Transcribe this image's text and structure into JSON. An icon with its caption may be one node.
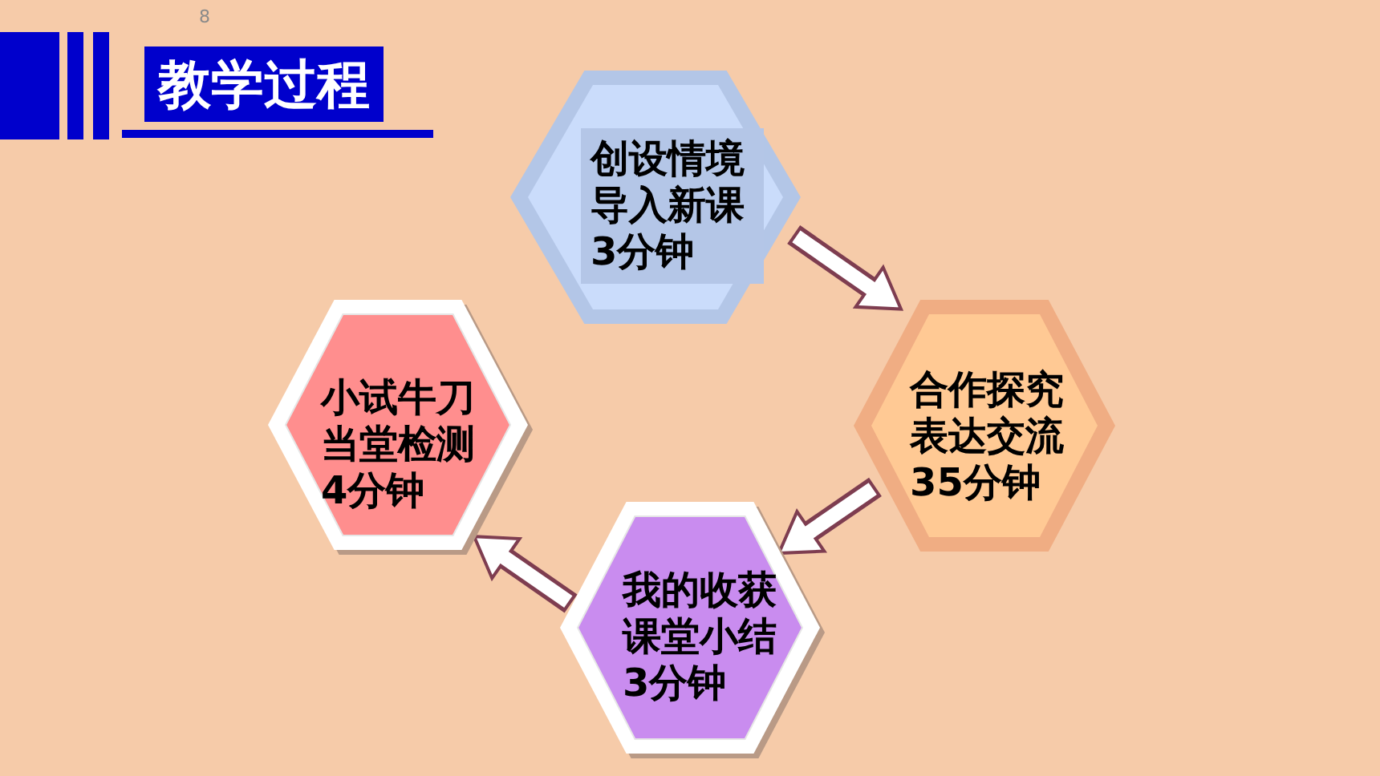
{
  "diagram": {
    "title": "教学过程",
    "nodes": [
      {
        "text": [
          "创设情境导入新课3分钟"
        ]
      },
      {
        "text": [
          "合作探究表达交流35分钟"
        ]
      },
      {
        "text": [
          "我的收获课堂小结3分钟"
        ]
      },
      {
        "text": [
          "小试牛刀当堂检测4分钟"
        ]
      }
    ],
    "edges": [
      {
        "from": 0,
        "to": 1,
        "arrow": "to"
      },
      {
        "from": 1,
        "to": 2,
        "arrow": "to"
      },
      {
        "from": 2,
        "to": 3,
        "arrow": "to"
      }
    ],
    "labels": [
      "8"
    ]
  }
}
